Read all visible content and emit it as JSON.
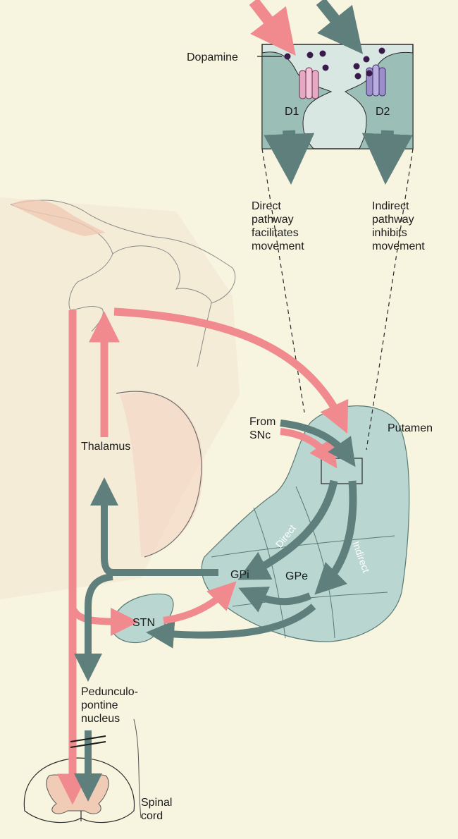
{
  "labels": {
    "dopamine": "Dopamine",
    "d1": "D1",
    "d2": "D2",
    "direct_desc": [
      "Direct",
      "pathway",
      "facilitates",
      "movement"
    ],
    "indirect_desc": [
      "Indirect",
      "pathway",
      "inhibits",
      "movement"
    ],
    "from_snc": [
      "From",
      "SNc"
    ],
    "putamen": "Putamen",
    "thalamus": "Thalamus",
    "direct": "Direct",
    "indirect": "Indirect",
    "gpi": "GPi",
    "gpe": "GPe",
    "stn": "STN",
    "ppn": [
      "Pedunculo-",
      "pontine",
      "nucleus"
    ],
    "spinal": [
      "Spinal",
      "cord"
    ]
  },
  "colors": {
    "background": "#f7f4df",
    "excitatory": "#f08a8f",
    "inhibitory": "#5f7f7c",
    "nucleus_fill": "#b9d6d0",
    "receptor_d1": "#e6a9c4",
    "receptor_d2": "#9c8ec9",
    "dopamine": "#3a1a4a"
  }
}
